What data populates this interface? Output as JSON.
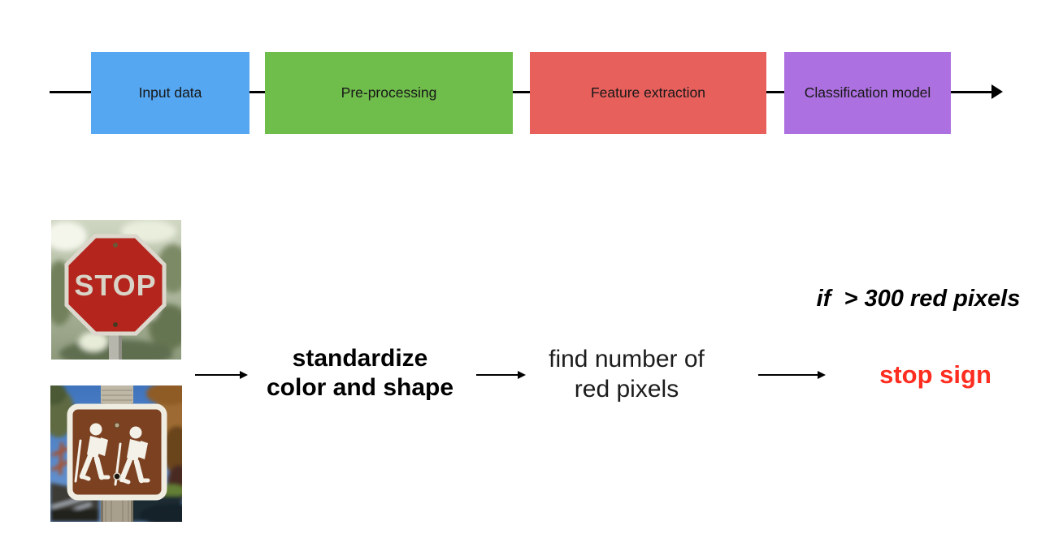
{
  "pipeline": {
    "stages": [
      {
        "label": "Input data",
        "color": "#55a7f2"
      },
      {
        "label": "Pre-processing",
        "color": "#6fbd4b"
      },
      {
        "label": "Feature extraction",
        "color": "#e8605c"
      },
      {
        "label": "Classification model",
        "color": "#ad70e0"
      }
    ],
    "line_color": "#000000"
  },
  "example": {
    "photos": [
      "stop-sign-photo",
      "hiking-trail-sign-photo"
    ],
    "stop_photo": {
      "sign_text": "STOP"
    },
    "standardize_line1": "standardize",
    "standardize_line2": "color and shape",
    "find_line1": "find number of",
    "find_line2": "red pixels",
    "condition": "if  > 300 red pixels",
    "result": "stop sign",
    "result_color": "#fe2d20"
  }
}
